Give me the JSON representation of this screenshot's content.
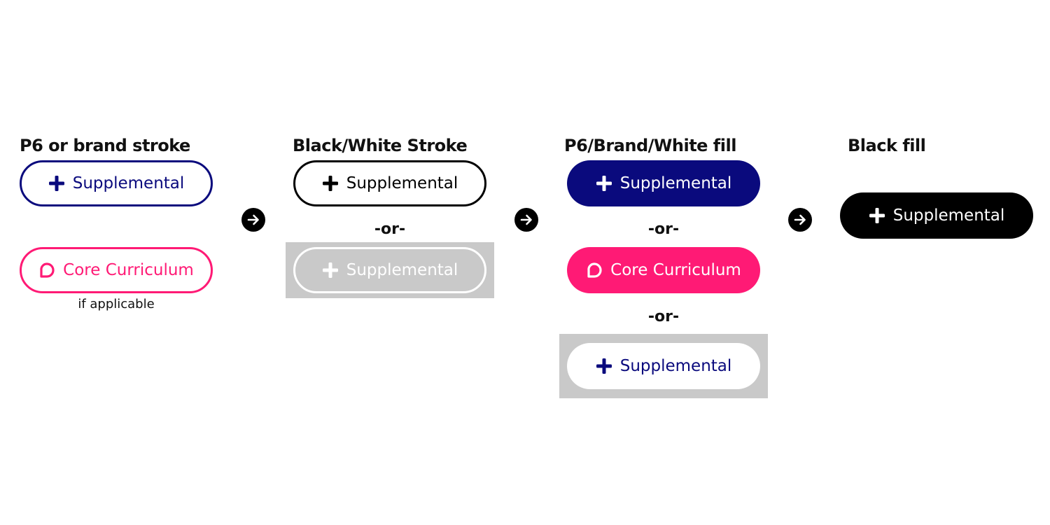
{
  "colors": {
    "p6_navy": "#0a0a7d",
    "brand_pink": "#ff1a75",
    "black": "#000000",
    "white": "#ffffff",
    "gray_panel": "#c9c9c9"
  },
  "columns": [
    {
      "title": "P6 or brand stroke",
      "buttons": [
        {
          "label": "Supplemental",
          "icon": "plus-icon"
        },
        {
          "label": "Core Curriculum",
          "icon": "speech-bubble-icon"
        }
      ],
      "note": "if applicable"
    },
    {
      "title": "Black/White Stroke",
      "buttons": [
        {
          "label": "Supplemental",
          "icon": "plus-icon"
        },
        {
          "label": "Supplemental",
          "icon": "plus-icon"
        }
      ],
      "separators": [
        "-or-"
      ]
    },
    {
      "title": "P6/Brand/White fill",
      "buttons": [
        {
          "label": "Supplemental",
          "icon": "plus-icon"
        },
        {
          "label": "Core Curriculum",
          "icon": "speech-bubble-icon"
        },
        {
          "label": "Supplemental",
          "icon": "plus-icon"
        }
      ],
      "separators": [
        "-or-",
        "-or-"
      ]
    },
    {
      "title": "Black fill",
      "buttons": [
        {
          "label": "Supplemental",
          "icon": "plus-icon"
        }
      ]
    }
  ],
  "arrows": [
    "arrow-right-icon",
    "arrow-right-icon",
    "arrow-right-icon"
  ]
}
